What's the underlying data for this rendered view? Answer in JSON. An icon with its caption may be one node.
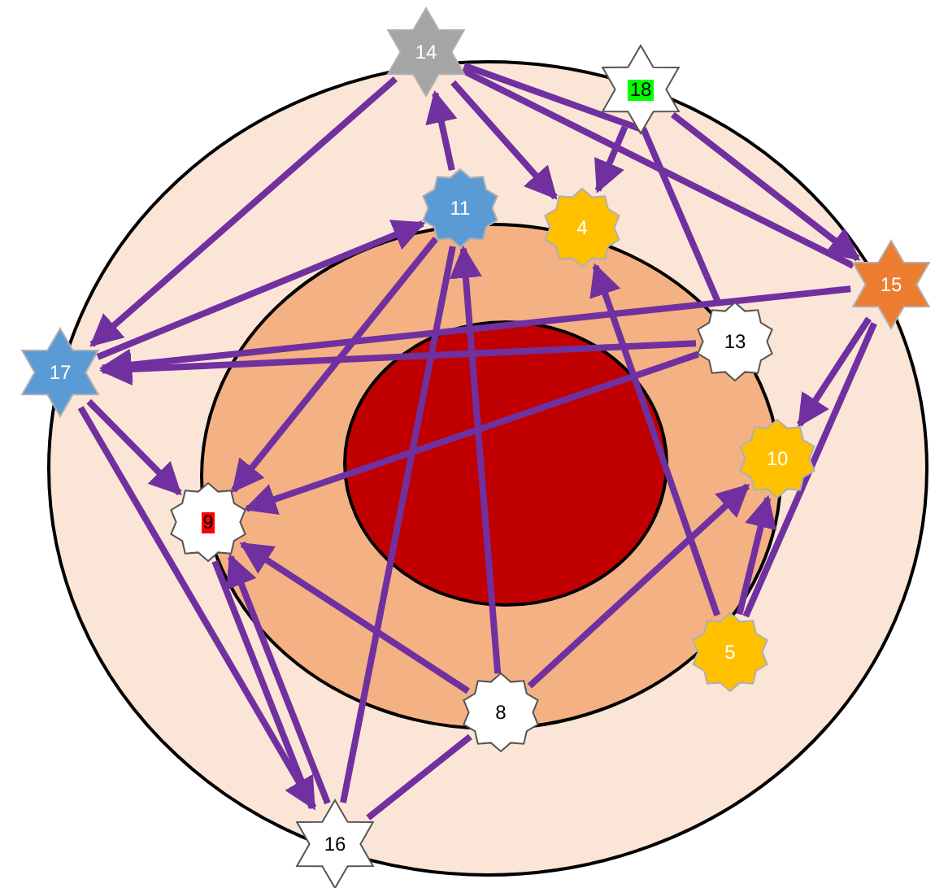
{
  "diagram": {
    "nodes": [
      {
        "text": [
          "14"
        ]
      },
      {
        "text": [
          "18"
        ]
      },
      {
        "text": [
          "11"
        ]
      },
      {
        "text": [
          "4"
        ]
      },
      {
        "text": [
          "15"
        ]
      },
      {
        "text": [
          "13"
        ]
      },
      {
        "text": [
          "17"
        ]
      },
      {
        "text": [
          "10"
        ]
      },
      {
        "text": [
          "9"
        ]
      },
      {
        "text": [
          "5"
        ]
      },
      {
        "text": [
          "8"
        ]
      },
      {
        "text": [
          "16"
        ]
      }
    ],
    "edges": [
      {
        "from": 0,
        "to": 6,
        "arrow": "to"
      },
      {
        "from": 2,
        "to": 0,
        "arrow": "to"
      },
      {
        "from": 0,
        "to": 3,
        "arrow": "to"
      },
      {
        "from": 1,
        "to": 3,
        "arrow": "to"
      },
      {
        "from": 1,
        "to": 4,
        "arrow": "to"
      },
      {
        "from": 0,
        "to": 5,
        "arrow": "none"
      },
      {
        "from": 0,
        "to": 4,
        "arrow": "none"
      },
      {
        "from": 4,
        "to": 6,
        "arrow": "to"
      },
      {
        "from": 5,
        "to": 6,
        "arrow": "to"
      },
      {
        "from": 6,
        "to": 2,
        "arrow": "to"
      },
      {
        "from": 5,
        "to": 8,
        "arrow": "to"
      },
      {
        "from": 2,
        "to": 8,
        "arrow": "to"
      },
      {
        "from": 6,
        "to": 8,
        "arrow": "to"
      },
      {
        "from": 6,
        "to": 11,
        "arrow": "to"
      },
      {
        "from": 11,
        "to": 8,
        "arrow": "to"
      },
      {
        "from": 8,
        "to": 11,
        "arrow": "none"
      },
      {
        "from": 10,
        "to": 8,
        "arrow": "to"
      },
      {
        "from": 10,
        "to": 11,
        "arrow": "none"
      },
      {
        "from": 2,
        "to": 11,
        "arrow": "none"
      },
      {
        "from": 10,
        "to": 2,
        "arrow": "to"
      },
      {
        "from": 10,
        "to": 7,
        "arrow": "to"
      },
      {
        "from": 9,
        "to": 7,
        "arrow": "to"
      },
      {
        "from": 9,
        "to": 3,
        "arrow": "to"
      },
      {
        "from": 9,
        "to": 4,
        "arrow": "none"
      },
      {
        "from": 4,
        "to": 7,
        "arrow": "to"
      }
    ]
  }
}
